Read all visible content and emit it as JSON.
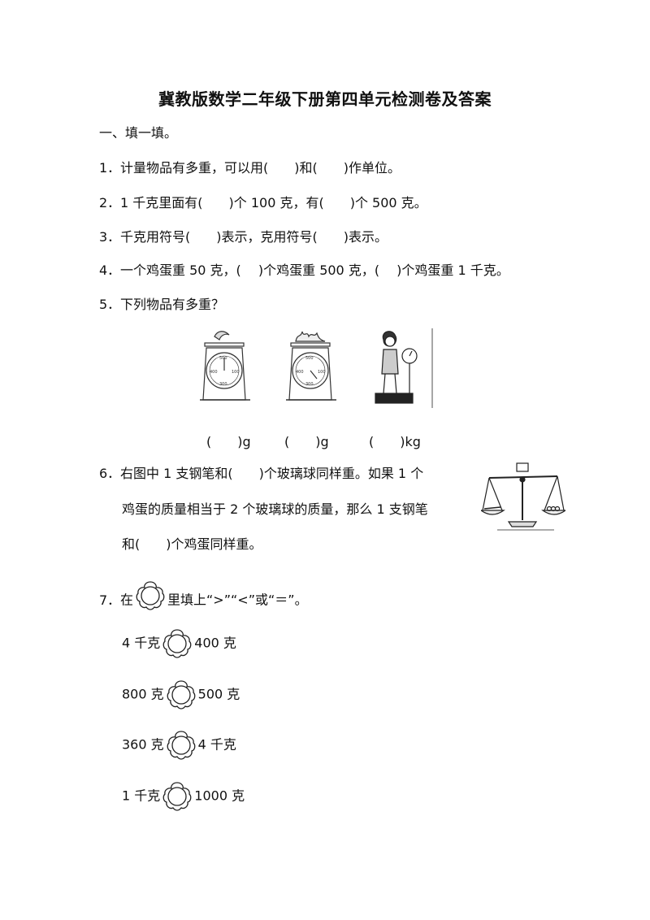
{
  "title": "冀教版数学二年级下册第四单元检测卷及答案",
  "section": "一、填一填。",
  "q1": {
    "num": "1．",
    "text": "计量物品有多重，可以用(　　)和(　　)作单位。"
  },
  "q2": {
    "num": "2．",
    "text": "1 千克里面有(　　)个 100 克，有(　　)个 500 克。"
  },
  "q3": {
    "num": "3．",
    "text": "千克用符号(　　)表示，克用符号(　　)表示。"
  },
  "q4": {
    "num": "4．",
    "text": "一个鸡蛋重 50 克，(　 )个鸡蛋重 500 克，(　 )个鸡蛋重 1 千克。"
  },
  "q5": {
    "num": "5．",
    "text": "下列物品有多重？"
  },
  "q5_answers": [
    "(　　)g",
    "(　　)g",
    "(　　)kg"
  ],
  "q6": {
    "num": "6．",
    "line1": "右图中 1 支钢笔和(　　)个玻璃球同样重。如果 1 个",
    "line2": "鸡蛋的质量相当于 2 个玻璃球的质量，那么 1 支钢笔",
    "line3": "和(　　)个鸡蛋同样重。"
  },
  "q7": {
    "num": "7．",
    "before": "在",
    "after": "里填上“>”“<”或“＝”。"
  },
  "comparisons": [
    {
      "left": "4 千克",
      "right": "400 克"
    },
    {
      "left": "800 克",
      "right": "500 克"
    },
    {
      "left": "360 克",
      "right": "4 千克"
    },
    {
      "left": "1 千克",
      "right": "1000 克"
    }
  ]
}
